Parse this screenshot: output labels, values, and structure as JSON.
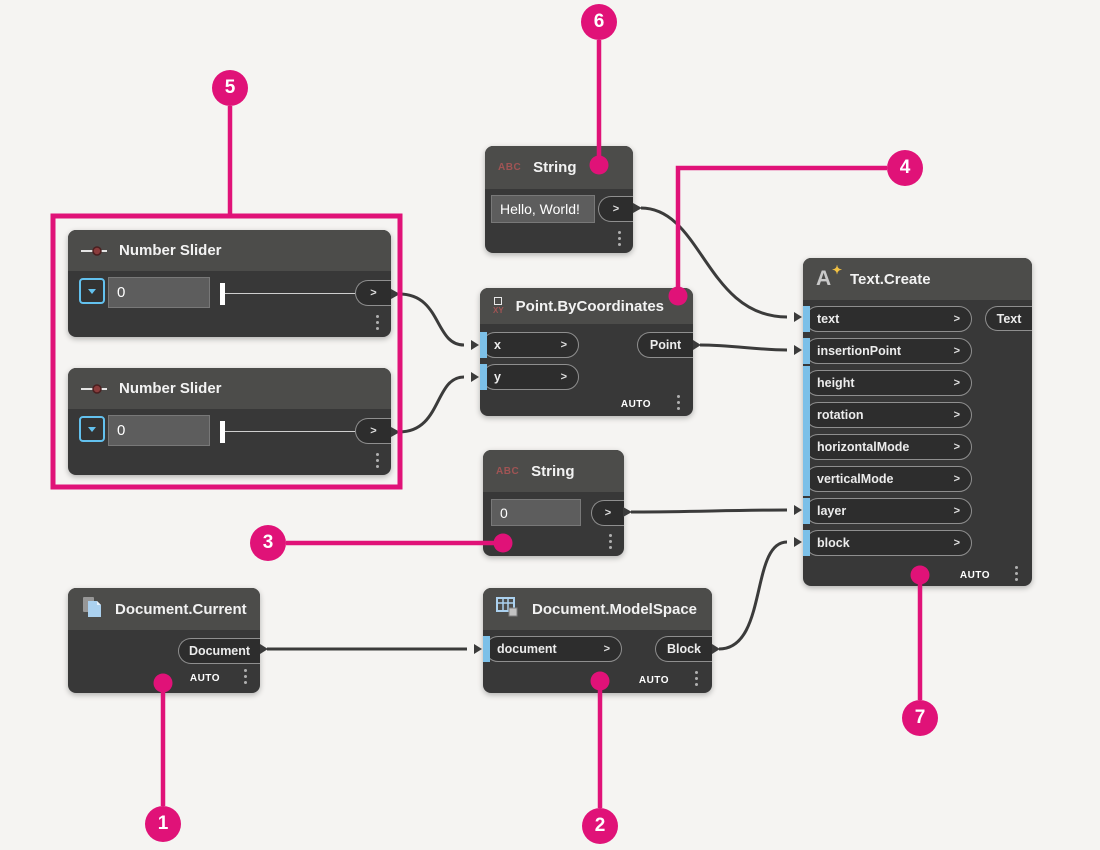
{
  "ui": {
    "accent": "#e01278",
    "wire_color": "#3b3b3b",
    "port_marker_blue": "#7cc0e8",
    "node_body": "#383838",
    "node_header": "#4c4c4a",
    "canvas_bg": "#f5f4f2",
    "auto_label": "AUTO",
    "chevron": ">",
    "icons": {
      "string": "ABC",
      "point": "XY",
      "number_slider": "slider-glyph",
      "dropdown": "down-triangle",
      "menu": "vertical-ellipsis",
      "document_current": "document-pages",
      "document_modelspace": "table-grid-cube",
      "text_create": "letter-A-star"
    }
  },
  "nodes": {
    "slider1": {
      "title": "Number Slider",
      "value": "0"
    },
    "slider2": {
      "title": "Number Slider",
      "value": "0"
    },
    "string1": {
      "title": "String",
      "icon_text": "ABC",
      "value": "Hello, World!"
    },
    "string2": {
      "title": "String",
      "icon_text": "ABC",
      "value": "0"
    },
    "point": {
      "title": "Point.ByCoordinates",
      "icon_text": "XY",
      "inputs": [
        "x",
        "y"
      ],
      "output": "Point"
    },
    "doc": {
      "title": "Document.Current",
      "output": "Document"
    },
    "modelspace": {
      "title": "Document.ModelSpace",
      "inputs": [
        "document"
      ],
      "output": "Block"
    },
    "textcreate": {
      "title": "Text.Create",
      "inputs": [
        "text",
        "insertionPoint",
        "height",
        "rotation",
        "horizontalMode",
        "verticalMode",
        "layer",
        "block"
      ],
      "output": "Text"
    }
  },
  "callouts": {
    "c1": "1",
    "c2": "2",
    "c3": "3",
    "c4": "4",
    "c5": "5",
    "c6": "6",
    "c7": "7"
  }
}
